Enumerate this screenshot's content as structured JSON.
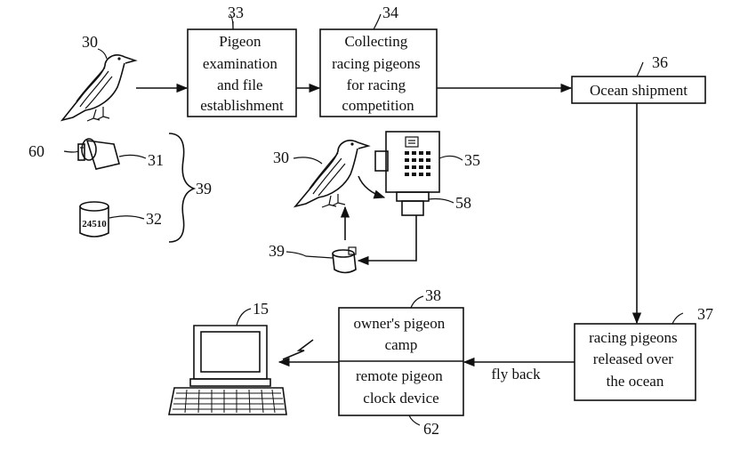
{
  "boxes": {
    "b33": [
      "Pigeon",
      "examination",
      "and file",
      "establishment"
    ],
    "b34": [
      "Collecting",
      "racing pigeons",
      "for racing",
      "competition"
    ],
    "b36": [
      "Ocean shipment"
    ],
    "b37": [
      "racing pigeons",
      "released over",
      "the ocean"
    ],
    "b38": [
      "owner's pigeon",
      "camp"
    ],
    "b62": [
      "remote pigeon",
      "clock device"
    ]
  },
  "edge_labels": {
    "fly_back": "fly back"
  },
  "refs": {
    "r15": "15",
    "r30a": "30",
    "r30b": "30",
    "r31": "31",
    "r32": "32",
    "r33": "33",
    "r34": "34",
    "r35": "35",
    "r36": "36",
    "r37": "37",
    "r38": "38",
    "r39a": "39",
    "r39b": "39",
    "r58": "58",
    "r60": "60",
    "r62": "62"
  },
  "ring_number": "24510"
}
